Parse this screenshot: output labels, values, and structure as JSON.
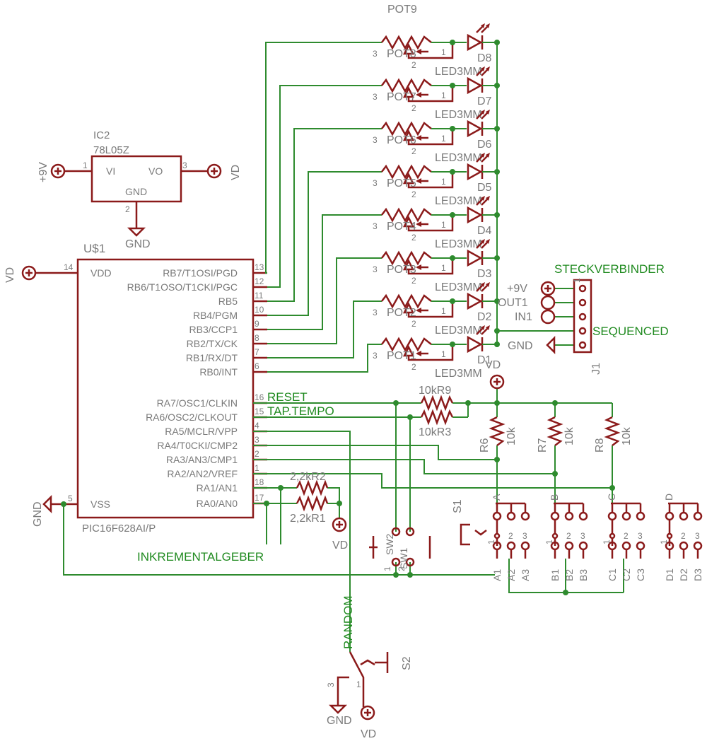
{
  "regulator": {
    "ref": "IC2",
    "value": "78L05Z",
    "pin_vi": "VI",
    "pin_vo": "VO",
    "pin_gnd": "GND",
    "n1": "1",
    "n2": "2",
    "n3": "3"
  },
  "mcu": {
    "ref": "U$1",
    "value": "PIC16F628AI/P",
    "pin_vdd": "VDD",
    "pin_vss": "VSS",
    "n14": "14",
    "n5": "5",
    "right_pins": [
      {
        "name": "RB7/T1OSI/PGD",
        "num": "13"
      },
      {
        "name": "RB6/T1OSO/T1CKI/PGC",
        "num": "12"
      },
      {
        "name": "RB5",
        "num": "11"
      },
      {
        "name": "RB4/PGM",
        "num": "10"
      },
      {
        "name": "RB3/CCP1",
        "num": "9"
      },
      {
        "name": "RB2/TX/CK",
        "num": "8"
      },
      {
        "name": "RB1/RX/DT",
        "num": "7"
      },
      {
        "name": "RB0/INT",
        "num": "6"
      },
      {
        "name": "RA7/OSC1/CLKIN",
        "num": "16"
      },
      {
        "name": "RA6/OSC2/CLKOUT",
        "num": "15"
      },
      {
        "name": "RA5/MCLR/VPP",
        "num": "4"
      },
      {
        "name": "RA4/T0CKI/CMP2",
        "num": "3"
      },
      {
        "name": "RA3/AN3/CMP1",
        "num": "2"
      },
      {
        "name": "RA2/AN2/VREF",
        "num": "1"
      },
      {
        "name": "RA1/AN1",
        "num": "18"
      },
      {
        "name": "RA0/AN0",
        "num": "17"
      }
    ]
  },
  "supplies": {
    "p9v": "+9V",
    "vd": "VD",
    "gnd": "GND"
  },
  "pots": {
    "top_label": "POT9",
    "names": [
      "POT8",
      "POT7",
      "POT6",
      "POT5",
      "POT4",
      "POT3",
      "POT2",
      "POT1"
    ],
    "p1": "1",
    "p2": "2",
    "p3": "3"
  },
  "leds": {
    "names": [
      "D8",
      "D7",
      "D6",
      "D5",
      "D4",
      "D3",
      "D2",
      "D1"
    ],
    "value": "LED3MM"
  },
  "nets": {
    "reset": "RESET",
    "tap": "TAP.TEMPO",
    "inkr": "INKREMENTALGEBER",
    "random": "RANDOM",
    "steck": "STECKVERBINDER",
    "sequenced": "SEQUENCED"
  },
  "connector": {
    "ref": "J1",
    "pins": [
      "+9V",
      "OUT1",
      "IN1",
      "",
      "GND"
    ],
    "n1": "1"
  },
  "resistors": {
    "r9": {
      "ref": "R9",
      "value": "10k"
    },
    "r3": {
      "ref": "R3",
      "value": "10k"
    },
    "r2": {
      "ref": "R2",
      "value": "2,2k"
    },
    "r1": {
      "ref": "R1",
      "value": "2,2k"
    },
    "r6": {
      "ref": "R6",
      "value": "10k"
    },
    "r7": {
      "ref": "R7",
      "value": "10k"
    },
    "r8": {
      "ref": "R8",
      "value": "10k"
    }
  },
  "buttons": {
    "sw2": "SW2",
    "sw1": "SW1",
    "p1": "1",
    "p2": "2"
  },
  "rotary": {
    "ref": "S1",
    "groups": [
      "A",
      "B",
      "C",
      "D"
    ],
    "n1": "1",
    "n2": "2",
    "n3": "3",
    "pins": [
      [
        "A1",
        "A2",
        "A3"
      ],
      [
        "B1",
        "B2",
        "B3"
      ],
      [
        "C1",
        "C2",
        "C3"
      ],
      [
        "D1",
        "D2",
        "D3"
      ]
    ]
  },
  "switch2": {
    "ref": "S2",
    "n1": "1",
    "n3": "3"
  },
  "colors": {
    "wire": "#2e8b2e",
    "symbol": "#8b1a1a",
    "text": "#7a7a7a",
    "net": "#1f8a1f"
  }
}
